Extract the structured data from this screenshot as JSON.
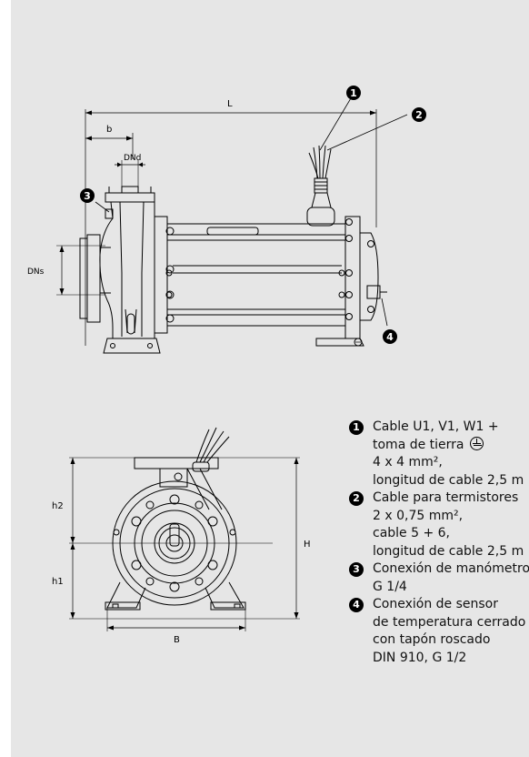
{
  "dimensions": {
    "L": "L",
    "b": "b",
    "DNd": "DNd",
    "DNs": "DNs",
    "h1": "h1",
    "h2": "h2",
    "H": "H",
    "B": "B"
  },
  "callouts": [
    "1",
    "2",
    "3",
    "4"
  ],
  "legend": [
    {
      "number": "1",
      "lines": [
        "Cable U1, V1, W1 +",
        "toma de tierra",
        "4 x 4 mm²,",
        "longitud de cable 2,5 m"
      ],
      "has_ground_symbol": true
    },
    {
      "number": "2",
      "lines": [
        "Cable para termistores",
        "2 x 0,75 mm²,",
        "cable 5 + 6,",
        "longitud de cable 2,5 m"
      ]
    },
    {
      "number": "3",
      "lines": [
        "Conexión de manómetro",
        "G 1/4"
      ]
    },
    {
      "number": "4",
      "lines": [
        "Conexión de sensor",
        "de temperatura cerrado",
        "con tapón roscado",
        "DIN 910, G 1/2"
      ]
    }
  ],
  "icons": {
    "ground": "ground-symbol-icon"
  },
  "colors": {
    "panel": "#e6e6e6",
    "line": "#000000"
  }
}
